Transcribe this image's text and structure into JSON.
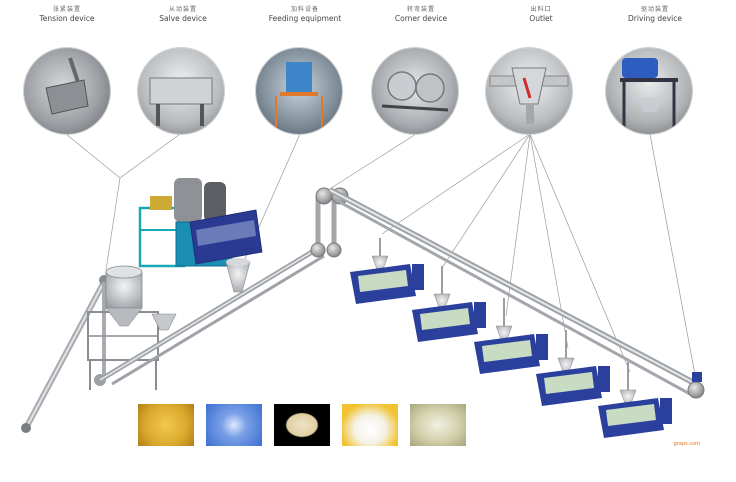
{
  "devices": [
    {
      "zh": "张紧装置",
      "en": "Tension device",
      "icon": "tension-device-photo"
    },
    {
      "zh": "从动装置",
      "en": "Salve device",
      "icon": "slave-device-photo"
    },
    {
      "zh": "加料设备",
      "en": "Feeding equipment",
      "icon": "feeding-equipment-photo"
    },
    {
      "zh": "转弯装置",
      "en": "Corner device",
      "icon": "corner-device-photo"
    },
    {
      "zh": "出料口",
      "en": "Outlet",
      "icon": "outlet-photo"
    },
    {
      "zh": "驱动装置",
      "en": "Driving device",
      "icon": "driving-device-photo"
    }
  ],
  "materials": [
    {
      "name": "granules",
      "color": "#d9a92c"
    },
    {
      "name": "pellets",
      "color": "#3c6fd1"
    },
    {
      "name": "powder-dark",
      "color": "#e8d6b0"
    },
    {
      "name": "powder-white",
      "color": "#f2c230"
    },
    {
      "name": "fine-powder",
      "color": "#c9c7a0"
    }
  ],
  "credit": "graps.com",
  "colors": {
    "pipe": "#b9bcbf",
    "extruder_blue": "#2b3f9c",
    "extruder_green": "#c8dcc4",
    "frame_teal": "#1aa7b8",
    "leader": "#9a9a9a"
  }
}
